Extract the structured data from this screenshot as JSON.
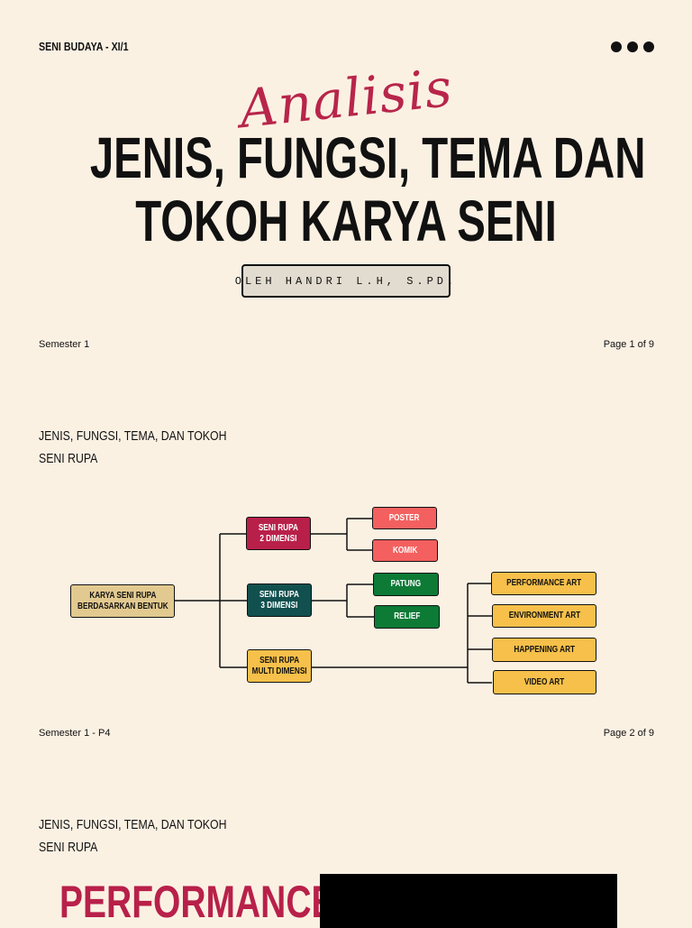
{
  "page1": {
    "header": "SENI BUDAYA - XI/1",
    "script_title": "Analisis",
    "title_line1": "JENIS, FUNGSI, TEMA DAN",
    "title_line2": "TOKOH KARYA SENI",
    "author": "OLEH HANDRI L.H, S.PD.",
    "footer_left": "Semester 1",
    "footer_right": "Page 1 of 9"
  },
  "page2": {
    "heading_line1": "JENIS, FUNGSI, TEMA, DAN TOKOH",
    "heading_line2": "SENI RUPA",
    "diagram": {
      "root": {
        "line1": "KARYA SENI RUPA",
        "line2": "BERDASARKAN BENTUK"
      },
      "branches": [
        {
          "line1": "SENI RUPA",
          "line2": "2 DIMENSI",
          "children": [
            "POSTER",
            "KOMIK"
          ]
        },
        {
          "line1": "SENI RUPA",
          "line2": "3 DIMENSI",
          "children": [
            "PATUNG",
            "RELIEF"
          ]
        },
        {
          "line1": "SENI RUPA",
          "line2": "MULTI DIMENSI",
          "children": [
            "PERFORMANCE ART",
            "ENVIRONMENT ART",
            "HAPPENING ART",
            "VIDEO ART"
          ]
        }
      ],
      "colors": {
        "root": "#e2c98f",
        "dim2": "#b8204a",
        "dim3": "#11504f",
        "multi": "#f6c04a",
        "dim2_children": "#f4605f",
        "dim3_children": "#0d7a36",
        "multi_children": "#f6c04a"
      }
    },
    "footer_left": "Semester 1 - P4",
    "footer_right": "Page 2 of 9"
  },
  "page3": {
    "heading_line1": "JENIS, FUNGSI, TEMA, DAN TOKOH",
    "heading_line2": "SENI RUPA",
    "big_heading": "PERFORMANCE"
  }
}
